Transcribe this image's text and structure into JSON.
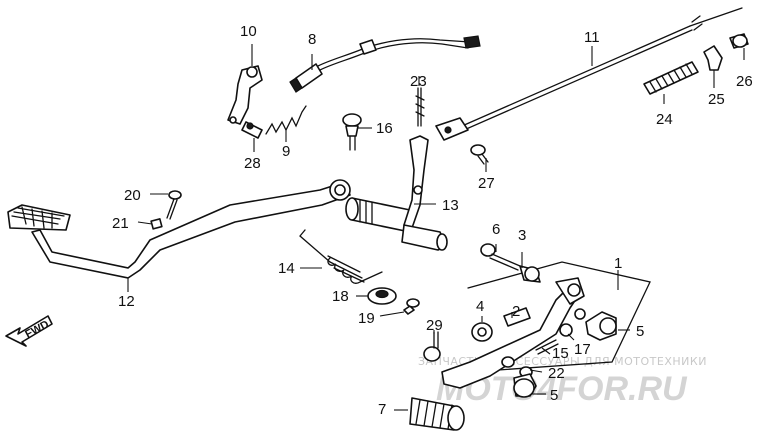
{
  "diagram": {
    "callouts": {
      "c1": "1",
      "c2": "2",
      "c3": "3",
      "c4": "4",
      "c5a": "5",
      "c5b": "5",
      "c6": "6",
      "c7": "7",
      "c8": "8",
      "c9": "9",
      "c10": "10",
      "c11": "11",
      "c12": "12",
      "c13": "13",
      "c14": "14",
      "c15": "15",
      "c16": "16",
      "c17": "17",
      "c18": "18",
      "c19": "19",
      "c20": "20",
      "c21": "21",
      "c22": "22",
      "c23": "23",
      "c24": "24",
      "c25": "25",
      "c26": "26",
      "c27": "27",
      "c28": "28",
      "c29": "29"
    },
    "fwd_label": "FWD",
    "watermark": {
      "line": "ЗАПЧАСТИ И АКСЕССУАРЫ ДЛЯ МОТОТЕХНИКИ",
      "logo": "MOTO4FOR.RU"
    }
  }
}
